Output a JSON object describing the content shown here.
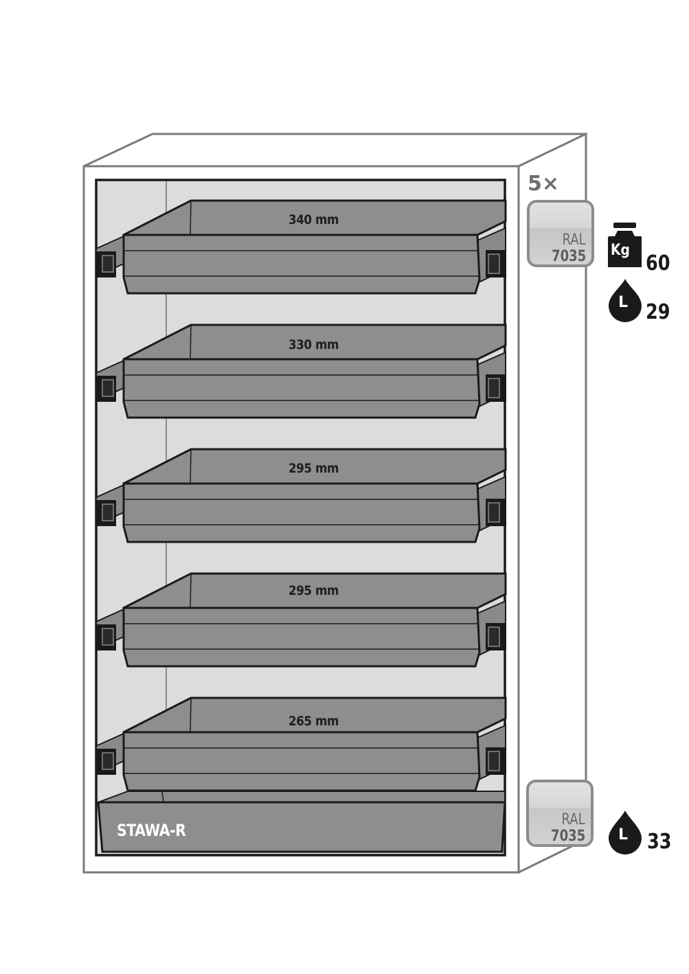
{
  "cabinet": {
    "colors": {
      "frame": "#7a7a7a",
      "interior": "#dcdcdc",
      "drawer": "#8e8e8e",
      "outline": "#1a1a1a"
    },
    "drawers": [
      {
        "label": "340 mm"
      },
      {
        "label": "330 mm"
      },
      {
        "label": "295 mm"
      },
      {
        "label": "295 mm"
      },
      {
        "label": "265 mm"
      }
    ],
    "bottom_tray": {
      "label": "STAWA-R"
    }
  },
  "specs": {
    "drawer_count": "5×",
    "drawer_ral": {
      "line1": "RAL",
      "line2": "7035"
    },
    "drawer_weight_icon": "weight-kg-icon",
    "drawer_weight_icon_text": "Kg",
    "drawer_weight": "60",
    "drawer_volume_icon": "liter-drop-icon",
    "drawer_volume_icon_text": "L",
    "drawer_volume": "29",
    "tray_ral": {
      "line1": "RAL",
      "line2": "7035"
    },
    "tray_volume_icon": "liter-drop-icon",
    "tray_volume_icon_text": "L",
    "tray_volume": "33"
  }
}
